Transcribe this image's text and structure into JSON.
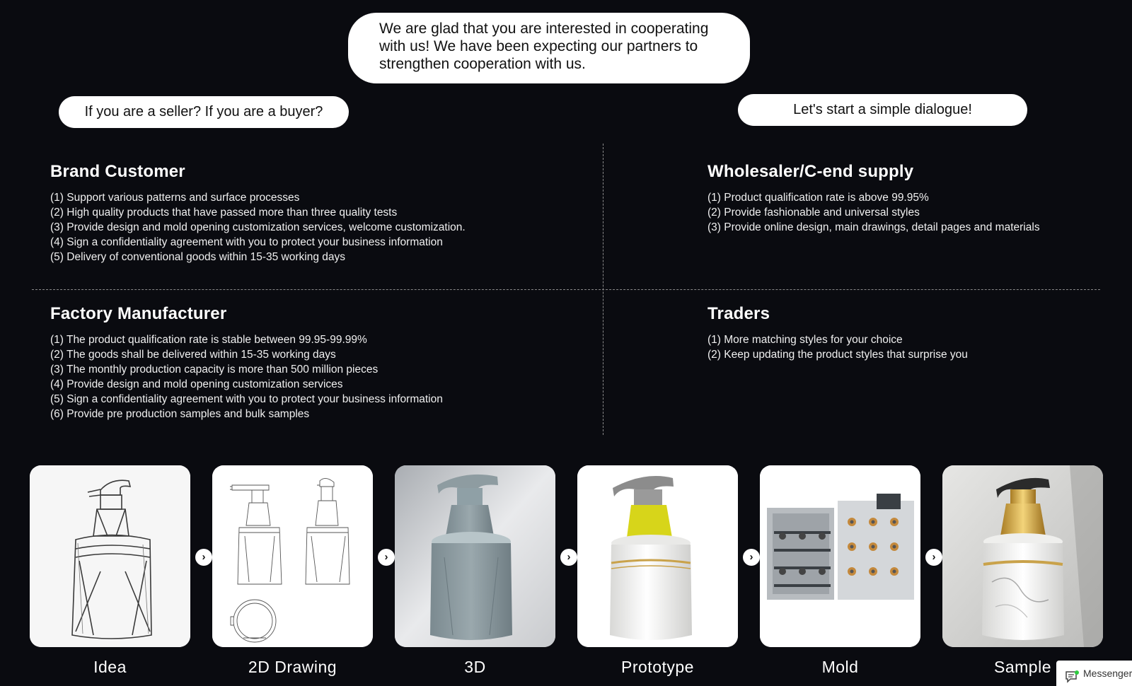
{
  "bubbles": {
    "main": "We are glad that you are interested in cooperating with us! We have been expecting our partners to strengthen cooperation with us.",
    "left": "If you are a seller? If you are a buyer?",
    "right": "Let's start a simple dialogue!"
  },
  "sections": {
    "brand": {
      "title": "Brand Customer",
      "items": [
        "(1) Support various patterns and surface processes",
        "(2) High quality products that have passed more than three quality tests",
        "(3) Provide design and mold opening customization services, welcome customization.",
        "(4) Sign a confidentiality agreement with you to protect your business information",
        "(5) Delivery of conventional goods within 15-35 working days"
      ]
    },
    "wholesale": {
      "title": "Wholesaler/C-end supply",
      "items": [
        "(1) Product qualification rate is above 99.95%",
        "(2) Provide fashionable and universal styles",
        "(3) Provide online design, main drawings, detail pages and materials"
      ]
    },
    "factory": {
      "title": "Factory Manufacturer",
      "items": [
        "(1) The product qualification rate is stable between 99.95-99.99%",
        "(2) The goods shall be delivered within 15-35 working days",
        "(3) The monthly production capacity is more than 500 million pieces",
        "(4) Provide design and mold opening customization services",
        "(5) Sign a confidentiality agreement with you to protect your business information",
        "(6) Provide pre production samples and bulk samples"
      ]
    },
    "traders": {
      "title": "Traders",
      "items": [
        "(1) More matching styles for your choice",
        "(2) Keep updating the product styles that surprise you"
      ]
    }
  },
  "steps": [
    {
      "label": "Idea"
    },
    {
      "label": "2D Drawing"
    },
    {
      "label": "3D"
    },
    {
      "label": "Prototype"
    },
    {
      "label": "Mold"
    },
    {
      "label": "Sample"
    }
  ],
  "messenger": {
    "label": "Messenger"
  },
  "colors": {
    "background": "#0a0b10",
    "bubble": "#ffffff",
    "text": "#ffffff",
    "gold": "#c9a24a",
    "yellow": "#d7d51a"
  }
}
